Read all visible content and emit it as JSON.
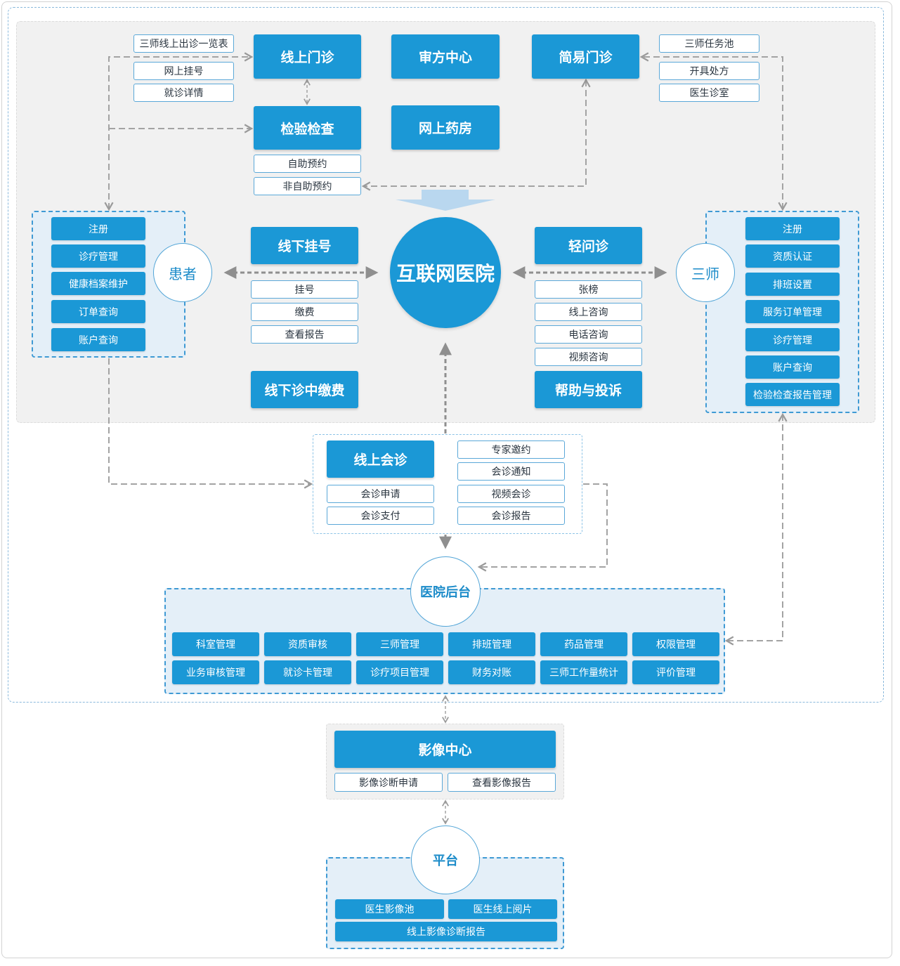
{
  "colors": {
    "primary": "#1b98d6",
    "panel_bg": "#e4eff8",
    "panel_border": "#3f9ad4",
    "gray_bg": "#f1f1f1",
    "connector": "#a3a3a3"
  },
  "hub": "互联网医院",
  "modules": {
    "online_clinic": "线上门诊",
    "prescription": "审方中心",
    "simple_clinic": "简易门诊",
    "lab_exam": "检验检查",
    "pharmacy": "网上药房",
    "offline_register": "线下挂号",
    "light_consult": "轻问诊",
    "offline_payment": "线下诊中缴费",
    "help": "帮助与投诉",
    "online_consult": "线上会诊",
    "imaging": "影像中心"
  },
  "online_clinic_items": [
    "三师线上出诊一览表",
    "网上挂号",
    "就诊详情"
  ],
  "simple_clinic_items": [
    "三师任务池",
    "开具处方",
    "医生诊室"
  ],
  "lab_items": [
    "自助预约",
    "非自助预约"
  ],
  "offline_register_items": [
    "挂号",
    "缴费",
    "查看报告"
  ],
  "light_consult_items": [
    "张榜",
    "线上咨询",
    "电话咨询",
    "视频咨询"
  ],
  "patient": {
    "title": "患者",
    "items": [
      "注册",
      "诊疗管理",
      "健康档案维护",
      "订单查询",
      "账户查询"
    ]
  },
  "doctor": {
    "title": "三师",
    "items": [
      "注册",
      "资质认证",
      "排班设置",
      "服务订单管理",
      "诊疗管理",
      "账户查询",
      "检验检查报告管理"
    ]
  },
  "consult_left_items": [
    "会诊申请",
    "会诊支付"
  ],
  "consult_right_items": [
    "专家邀约",
    "会诊通知",
    "视频会诊",
    "会诊报告"
  ],
  "backend": {
    "title": "医院后台",
    "row1": [
      "科室管理",
      "资质审核",
      "三师管理",
      "排班管理",
      "药品管理",
      "权限管理"
    ],
    "row2": [
      "业务审核管理",
      "就诊卡管理",
      "诊疗项目管理",
      "财务对账",
      "三师工作量统计",
      "评价管理"
    ]
  },
  "imaging_items": [
    "影像诊断申请",
    "查看影像报告"
  ],
  "platform": {
    "title": "平台",
    "items": [
      "医生影像池",
      "医生线上阅片",
      "线上影像诊断报告"
    ]
  }
}
